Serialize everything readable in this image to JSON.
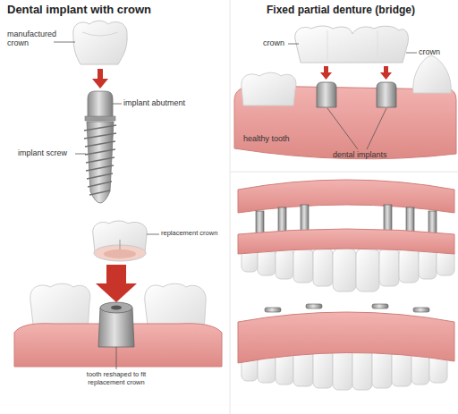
{
  "diagram": {
    "title": "Dental implant with crown",
    "labels": [
      "Fixed partial denture (bridge)",
      "manufactured crown",
      "crown",
      "crown",
      "implant abutment",
      "healthy tooth",
      "dental implants",
      "implant screw",
      "replacement crown",
      "tooth reshaped to fit replacement crown"
    ]
  }
}
